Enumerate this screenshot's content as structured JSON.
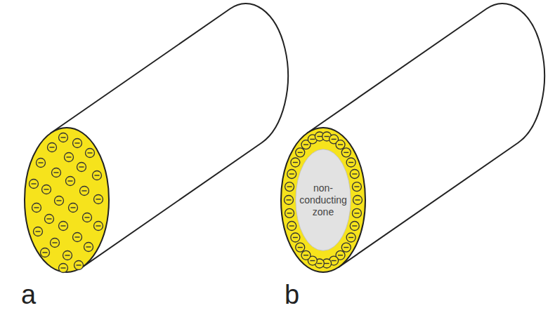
{
  "diagram": {
    "nodes": [
      {
        "text": [
          "non- conducting zone"
        ]
      }
    ],
    "labels": [
      "a",
      "b"
    ]
  }
}
